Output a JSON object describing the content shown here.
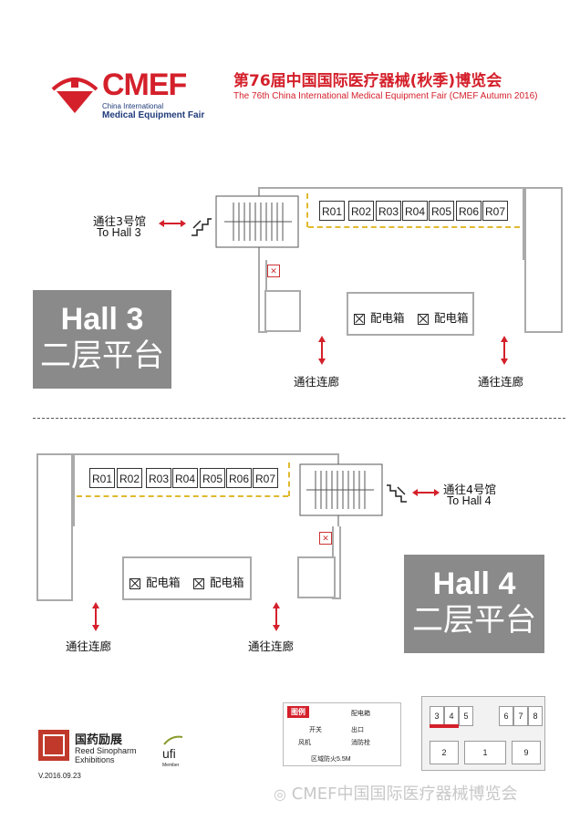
{
  "header": {
    "logo": "CMEF",
    "logo_sub1": "China International",
    "logo_sub2": "Medical Equipment Fair",
    "title_cn": "第76届中国国际医疗器械(秋季)博览会",
    "title_en": "The 76th China International Medical Equipment Fair (CMEF Autumn 2016)"
  },
  "hall3": {
    "name": "Hall 3",
    "platform": "二层平台",
    "rooms": [
      "R01",
      "R02",
      "R03",
      "R04",
      "R05",
      "R06",
      "R07"
    ],
    "to_hall_cn": "通往3号馆",
    "to_hall_en": "To Hall 3",
    "corridor_left": "通往连廊",
    "corridor_right": "通往连廊",
    "box1": "配电箱",
    "box2": "配电箱"
  },
  "hall4": {
    "name": "Hall 4",
    "platform": "二层平台",
    "rooms": [
      "R01",
      "R02",
      "R03",
      "R04",
      "R05",
      "R06",
      "R07"
    ],
    "to_hall_cn": "通往4号馆",
    "to_hall_en": "To Hall 4",
    "corridor_left": "通往连廊",
    "corridor_right": "通往连廊",
    "box1": "配电箱",
    "box2": "配电箱"
  },
  "legend": {
    "title": "图例",
    "items": [
      "配电箱",
      "开关",
      "出口",
      "风机",
      "消防栓",
      "区域防火5.5M"
    ]
  },
  "keymap": {
    "cells": [
      "3",
      "4",
      "5",
      "6",
      "7",
      "8",
      "2",
      "1",
      "9"
    ]
  },
  "footer": {
    "org_cn": "国药励展",
    "org_en1": "Reed Sinopharm",
    "org_en2": "Exhibitions",
    "ufi": "ufi",
    "ufi_sub": "Member",
    "version": "V.2016.09.23",
    "watermark": "CMEF中国国际医疗器械博览会"
  },
  "colors": {
    "accent": "#d4202b",
    "hall_box": "#8a8a8a",
    "wall": "#aaaaaa",
    "dash": "#e0b92e"
  }
}
